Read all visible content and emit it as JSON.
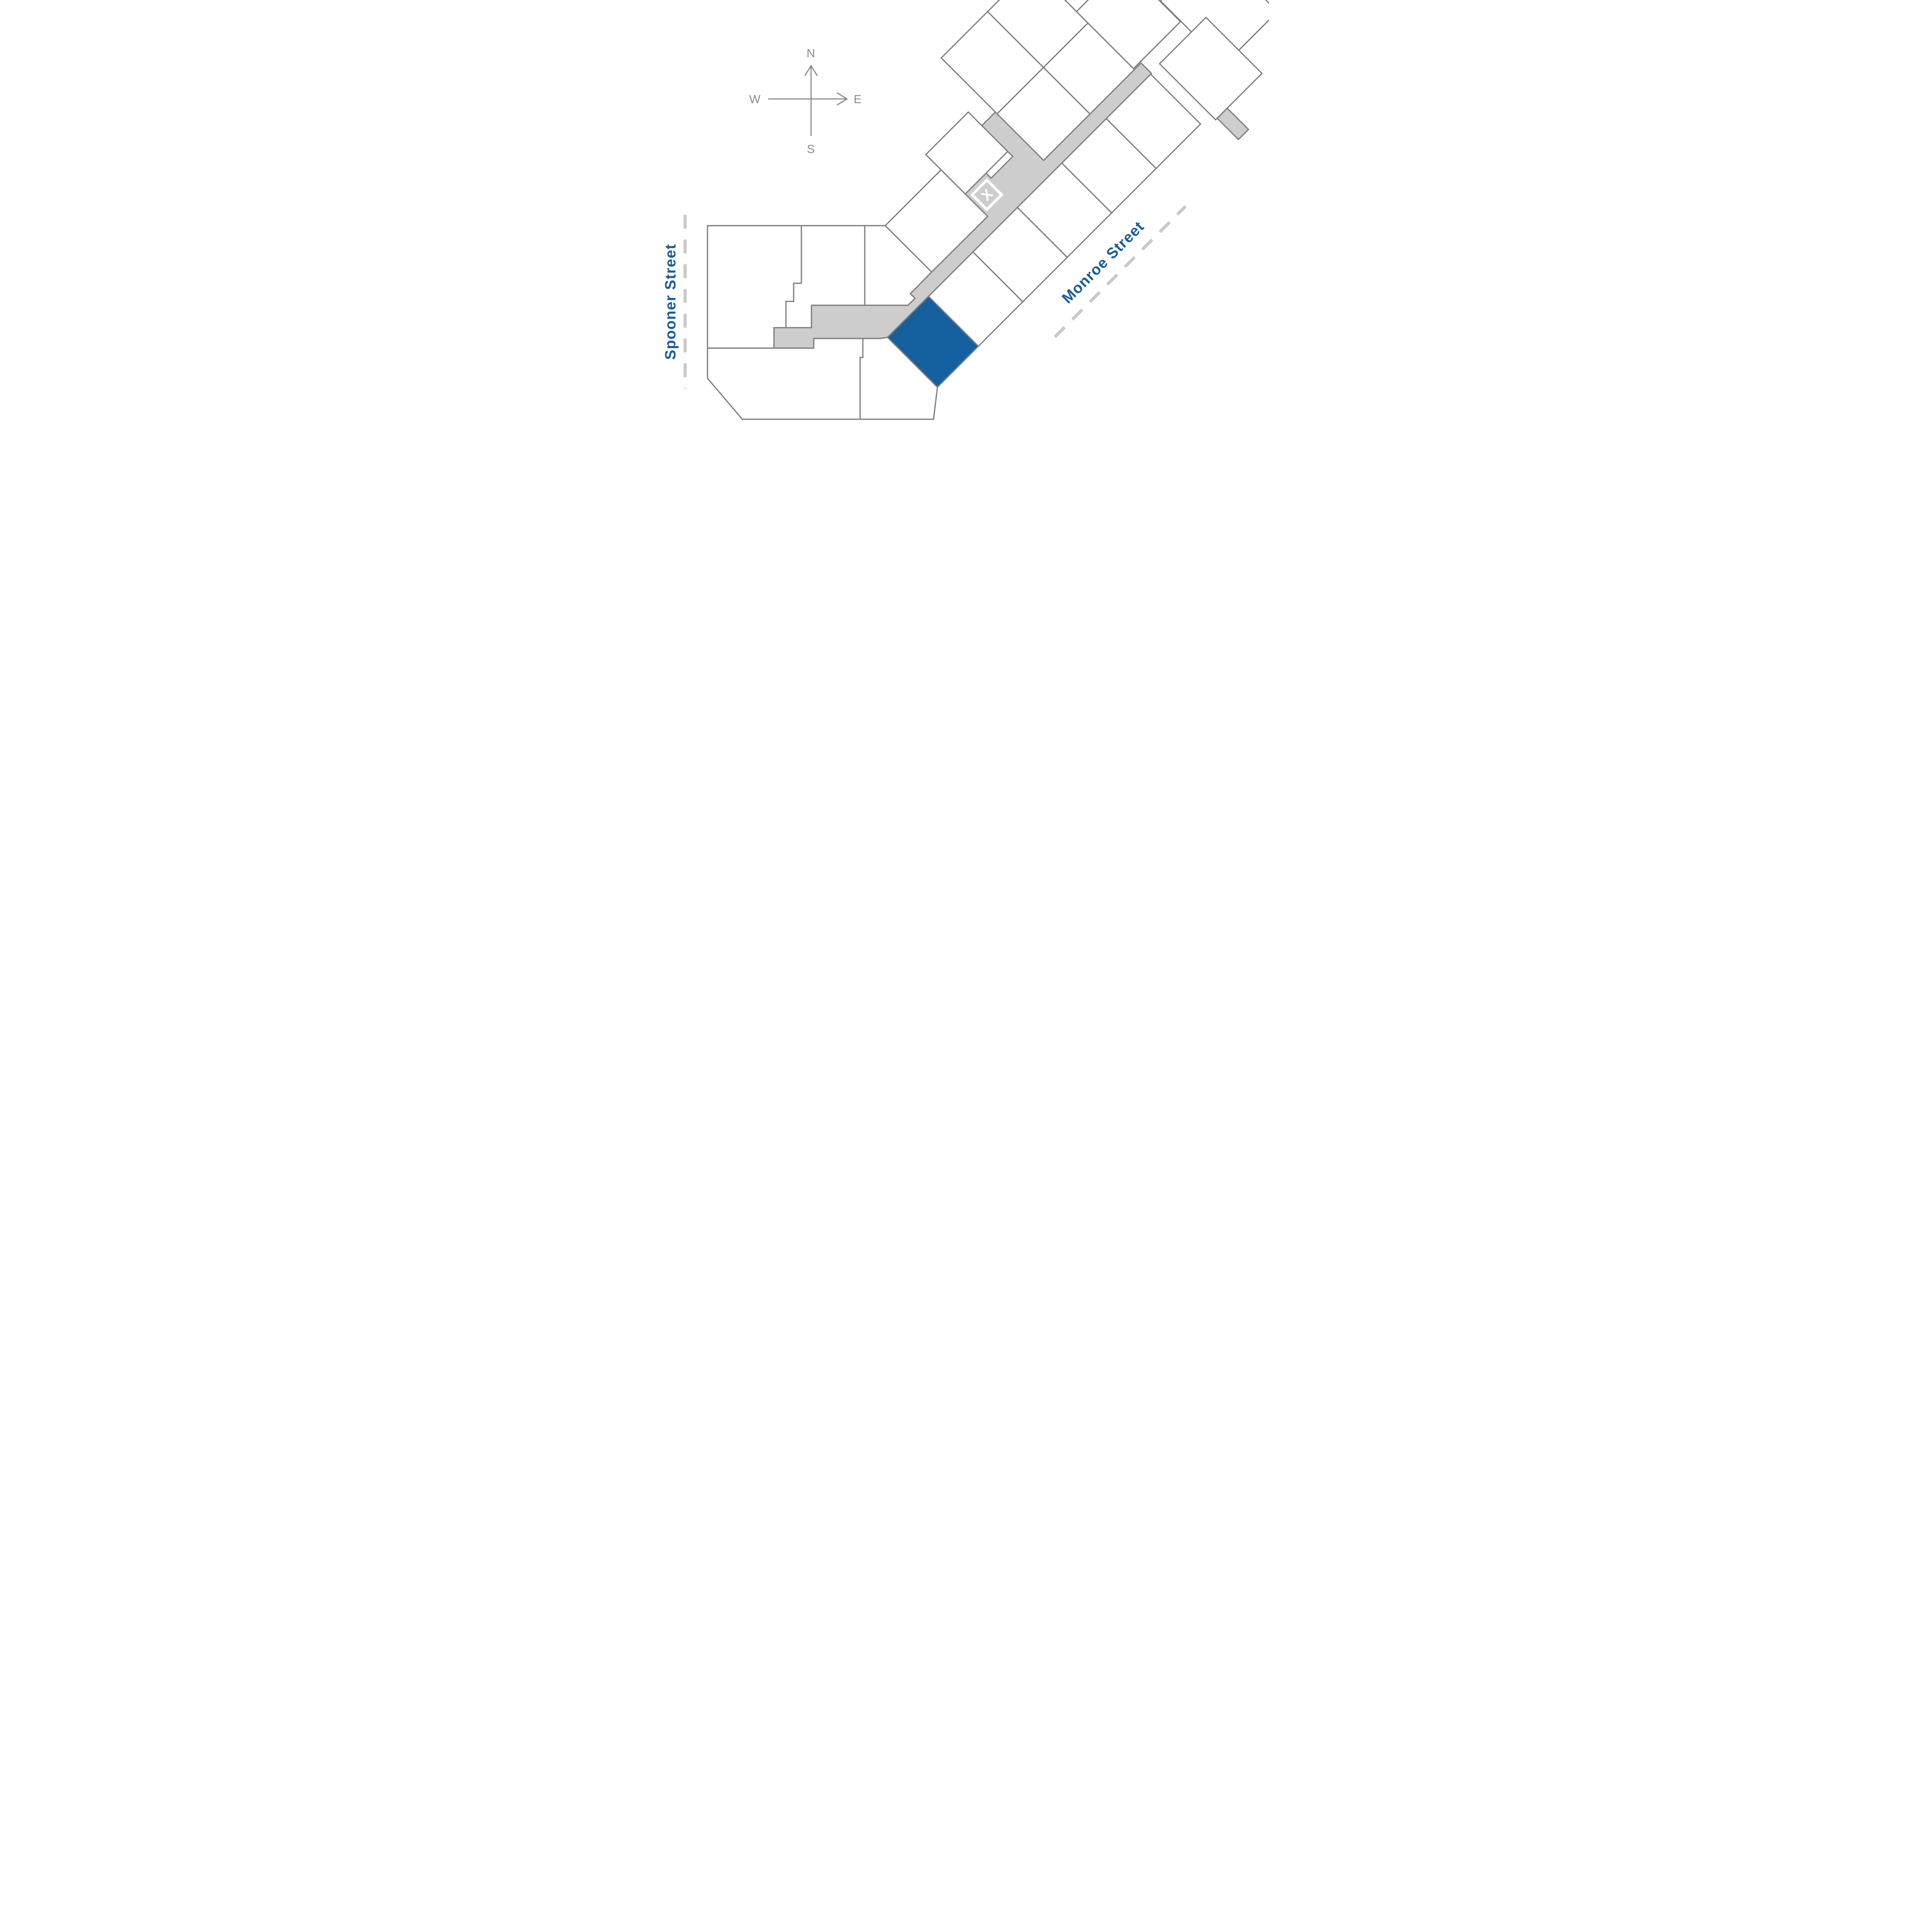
{
  "map": {
    "type": "site-plan",
    "marker": {
      "label": "X"
    },
    "highlighted_unit": {
      "name": "available-suite",
      "color": "#15609E"
    }
  },
  "compass": {
    "north": "N",
    "east": "E",
    "south": "S",
    "west": "W"
  },
  "streets": {
    "monroe": {
      "label": "Monroe Street"
    },
    "spooner": {
      "label": "Spooner Street"
    }
  },
  "colors": {
    "corridor_fill": "#CDCDCD",
    "unit_fill": "#FFFFFF",
    "outline_gray": "#7F7F7F",
    "highlight_blue": "#15609E",
    "street_text_blue": "#1A5A9B",
    "dashed_street_gray": "#C9C9C9",
    "compass_gray": "#8C8C8C",
    "marker_white": "#FFFFFF"
  }
}
